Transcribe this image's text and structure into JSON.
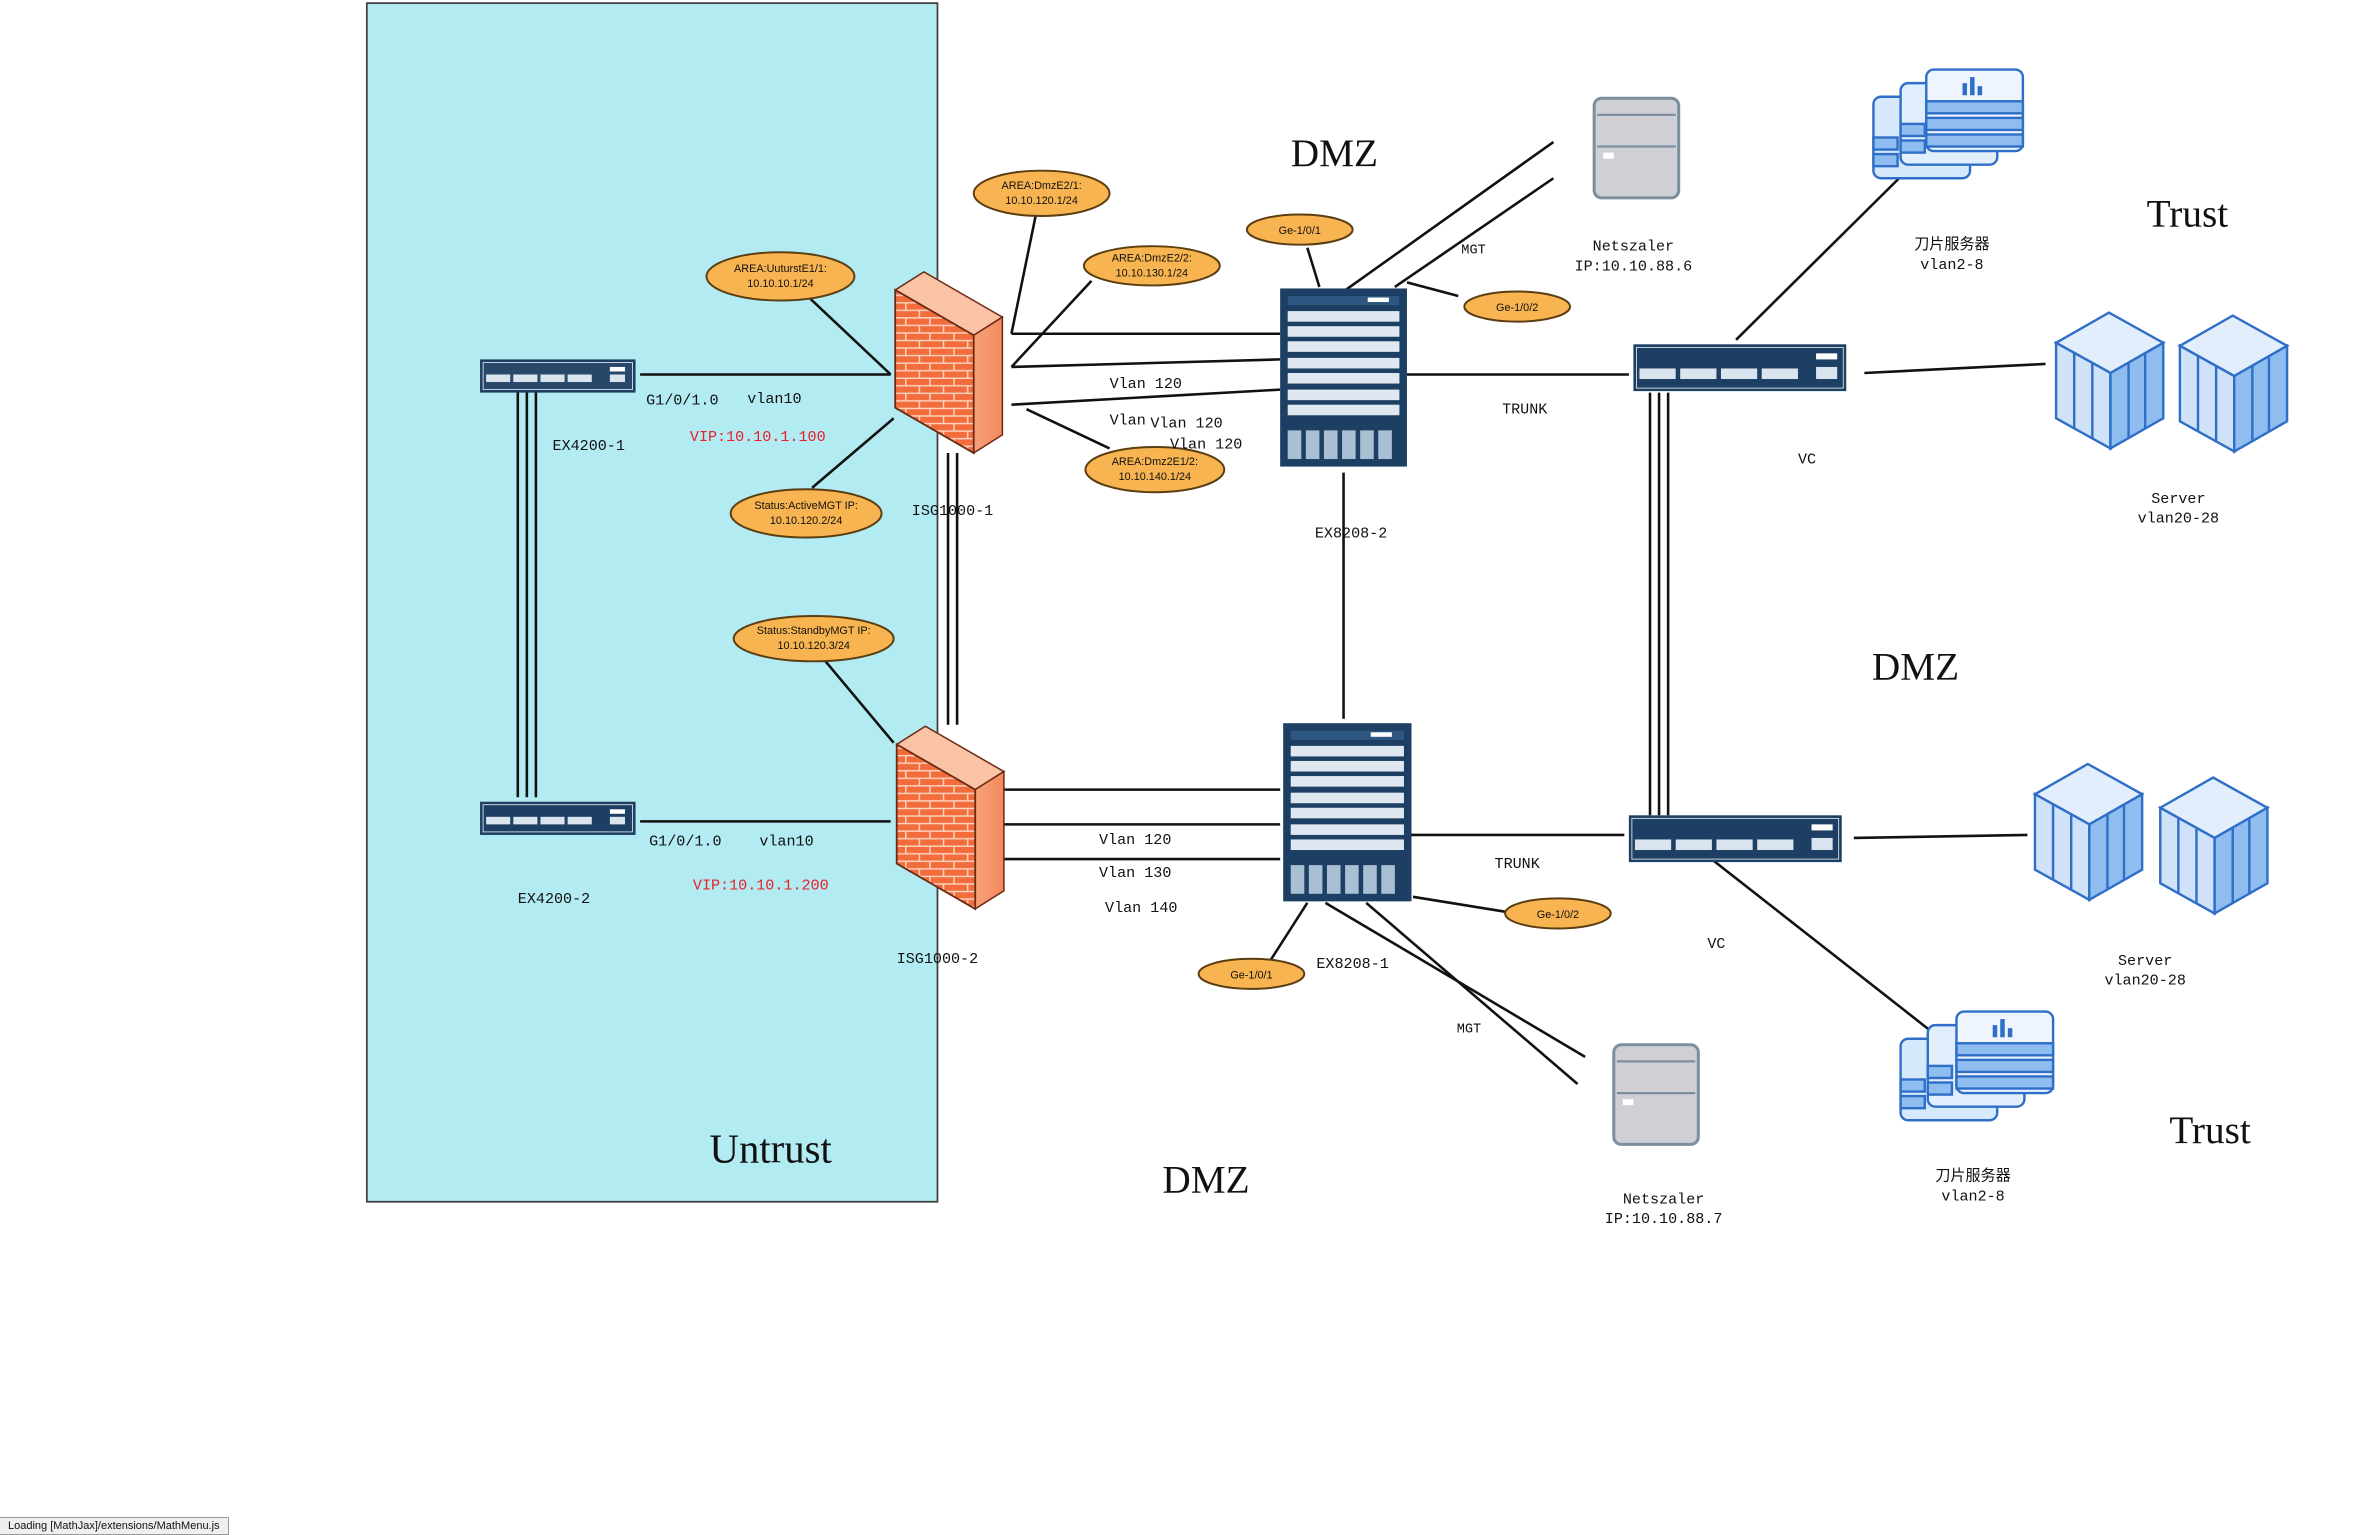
{
  "zones": {
    "untrust": "Untrust",
    "dmz_top": "DMZ",
    "dmz_middle": "DMZ",
    "dmz_bottom": "DMZ",
    "trust_top": "Trust",
    "trust_bottom": "Trust"
  },
  "devices": {
    "ex4200_1": "EX4200-1",
    "ex4200_2": "EX4200-2",
    "isg1000_1": "ISG1000-1",
    "isg1000_2": "ISG1000-2",
    "ex8208_2": "EX8208-2",
    "ex8208_1": "EX8208-1",
    "vc_top": "VC",
    "vc_bottom": "VC",
    "netscaler_top": [
      "Netszaler",
      "IP:10.10.88.6"
    ],
    "netscaler_bottom": [
      "Netszaler",
      "IP:10.10.88.7"
    ],
    "blade_top": [
      "刀片服务器",
      "vlan2-8"
    ],
    "blade_bottom": [
      "刀片服务器",
      "vlan2-8"
    ],
    "server_top": [
      "Server",
      "vlan20-28"
    ],
    "server_bottom": [
      "Server",
      "vlan20-28"
    ]
  },
  "link_labels": {
    "g1_top": "G1/0/1.0",
    "vlan10_top": "vlan10",
    "vip_top": "VIP:10.10.1.100",
    "g1_bottom": "G1/0/1.0",
    "vlan10_bottom": "vlan10",
    "vip_bottom": "VIP:10.10.1.200",
    "top_vlan120_a": "Vlan 120",
    "top_vlan_b": "Vlan",
    "top_vlan120_c": "Vlan 120",
    "top_vlan120_d": "Vlan 120",
    "bottom_vlan120": "Vlan 120",
    "bottom_vlan130": "Vlan 130",
    "bottom_vlan140": "Vlan 140",
    "trunk_top": "TRUNK",
    "trunk_bottom": "TRUNK",
    "mgt_top": "MGT",
    "mgt_bottom": "MGT"
  },
  "callouts": {
    "area_untrust": [
      "AREA:UuturstE1/1:",
      "10.10.10.1/24"
    ],
    "area_dmz_e21": [
      "AREA:DmzE2/1:",
      "10.10.120.1/24"
    ],
    "area_dmz_e22": [
      "AREA:DmzE2/2:",
      "10.10.130.1/24"
    ],
    "area_dmz_e12": [
      "AREA:Dmz2E1/2:",
      "10.10.140.1/24"
    ],
    "status_active": [
      "Status:ActiveMGT IP:",
      "10.10.120.2/24"
    ],
    "status_standby": [
      "Status:StandbyMGT IP:",
      "10.10.120.3/24"
    ],
    "ge101_top": "Ge-1/0/1",
    "ge102_top": "Ge-1/0/2",
    "ge102_bottom": "Ge-1/0/2",
    "ge101_bottom": "Ge-1/0/1"
  },
  "colors": {
    "untrust_fill": "#b3ebf2",
    "callout_fill": "#f7b450",
    "vip_text": "#e8202a",
    "switch_navy": "#1d3f63",
    "firewall_orange": "#f0693a",
    "server_blue": "#4a8fde",
    "netscaler_gray": "#cfcfd6"
  },
  "status_bar": "Loading [MathJax]/extensions/MathMenu.js"
}
